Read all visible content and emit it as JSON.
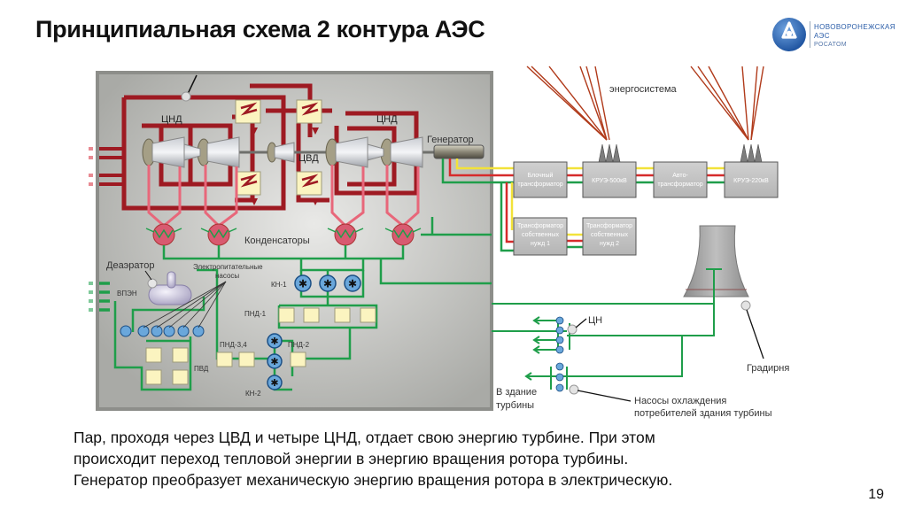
{
  "header": {
    "title": "Принципиальная схема 2 контура АЭС",
    "logo": {
      "line1": "НОВОВОРОНЕЖСКАЯ",
      "line2": "АЭС",
      "line3": "РОСАТОМ",
      "icon": "rosatom-logo-icon"
    }
  },
  "diagram": {
    "labels": {
      "lpc_left": "ЦНД",
      "lpc_right": "ЦНД",
      "hpc": "ЦВД",
      "generator": "Генератор",
      "condensers": "Конденсаторы",
      "deaerator": "Деаэратор",
      "feed_pumps": "Электропитательные насосы",
      "feed_pumps_line1": "Электропитательные",
      "feed_pumps_line2": "насосы",
      "vpen": "ВПЭН",
      "kn1": "КН-1",
      "kn2": "КН-2",
      "pnd1": "ПНД-1",
      "pnd2": "ПНД-2",
      "pnd34": "ПНД-3,4",
      "pvd": "ПВД",
      "energosystem": "энергосистема",
      "cn": "ЦН",
      "cooling_tower": "Градирня",
      "to_turbine_building_1": "В здание",
      "to_turbine_building_2": "турбины",
      "cooling_pumps_1": "Насосы охлаждения",
      "cooling_pumps_2": "потребителей здания турбины"
    },
    "boxes": {
      "block_transformer_1": "Блочный",
      "block_transformer_2": "трансформатор",
      "kruе500": "КРУЭ-500кВ",
      "autotransformer_1": "Авто-",
      "autotransformer_2": "трансформатор",
      "kruе220": "КРУЭ-220кВ",
      "aux1_1": "Трансформатор",
      "aux1_2": "собственных",
      "aux1_3": "нужд 1",
      "aux2_1": "Трансформатор",
      "aux2_2": "собственных",
      "aux2_3": "нужд 2"
    },
    "colors": {
      "steam": "#9e1a22",
      "condensate_pink": "#e8677a",
      "water_green": "#1f9e4a",
      "phase_yellow": "#f2e23a",
      "phase_red": "#d62b2b",
      "phase_green": "#1f9e4a",
      "panel_bg": "#c9cac6",
      "power_lines": "#b03a1a"
    }
  },
  "caption": {
    "line1": "Пар, проходя через ЦВД и четыре ЦНД, отдает свою энергию турбине. При этом",
    "line2": "происходит переход тепловой энергии в энергию вращения ротора турбины.",
    "line3": "Генератор преобразует механическую энергию вращения ротора в электрическую."
  },
  "page_number": "19"
}
